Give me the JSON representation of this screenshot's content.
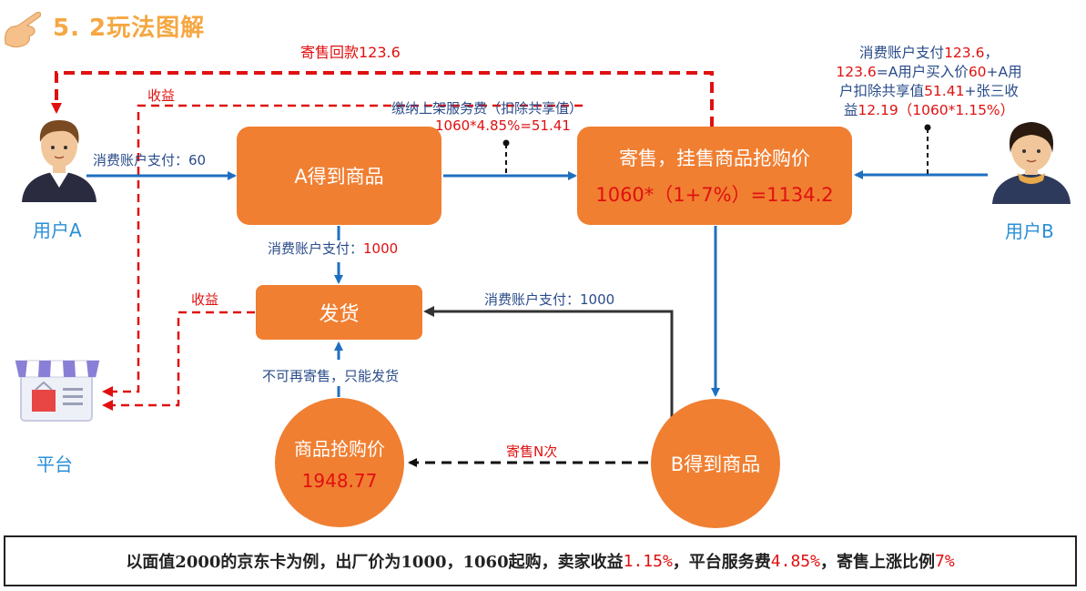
{
  "title": "5. 2玩法图解",
  "users": {
    "a_label": "用户A",
    "b_label": "用户B",
    "platform_label": "平台"
  },
  "nodes": {
    "a_gets": "A得到商品",
    "consign_title": "寄售，挂售商品抢购价",
    "consign_price": "1060*（1+7%）=1134.2",
    "ship": "发货",
    "rush_title": "商品抢购价",
    "rush_price": "1948.77",
    "b_gets": "B得到商品"
  },
  "edges": {
    "consign_refund": "寄售回款123.6",
    "income_top": "收益",
    "pay_a": "消费账户支付：60",
    "fee_line1": "缴纳上架服务费（扣除共享值）",
    "fee_line2": "1060*4.85%=51.41",
    "pay_1000_left_prefix": "消费账户支付：",
    "pay_1000_left_value": "1000",
    "income_mid": "收益",
    "pay_1000_right": "消费账户支付：1000",
    "no_reconsign": "不可再寄售，只能发货",
    "consign_n": "寄售N次"
  },
  "b_pay": {
    "l1_prefix": "消费账户支付",
    "l1_value": "123.6",
    "l1_suffix": "，",
    "l2_a": "123.6",
    "l2_b": "=A用户买入价",
    "l2_c": "60",
    "l2_d": "+A用",
    "l3_a": "户扣除共享值",
    "l3_b": "51.41",
    "l3_c": "+张三收",
    "l4_a": "益",
    "l4_b": "12.19（1060*1.15%）"
  },
  "note": {
    "t1": "以面值2000的京东卡为例，出厂价为1000，1060起购，卖家收益",
    "v1": "1.15%",
    "t2": "，平台服务费",
    "v2": "4.85%",
    "t3": "，寄售上涨比例",
    "v3": "7%"
  },
  "colors": {
    "orange": "#f07f32",
    "blue_arrow": "#1f6fbf",
    "red_dashed": "#e01010",
    "dark_arrow": "#333333",
    "user_label": "#2a8fd8"
  }
}
